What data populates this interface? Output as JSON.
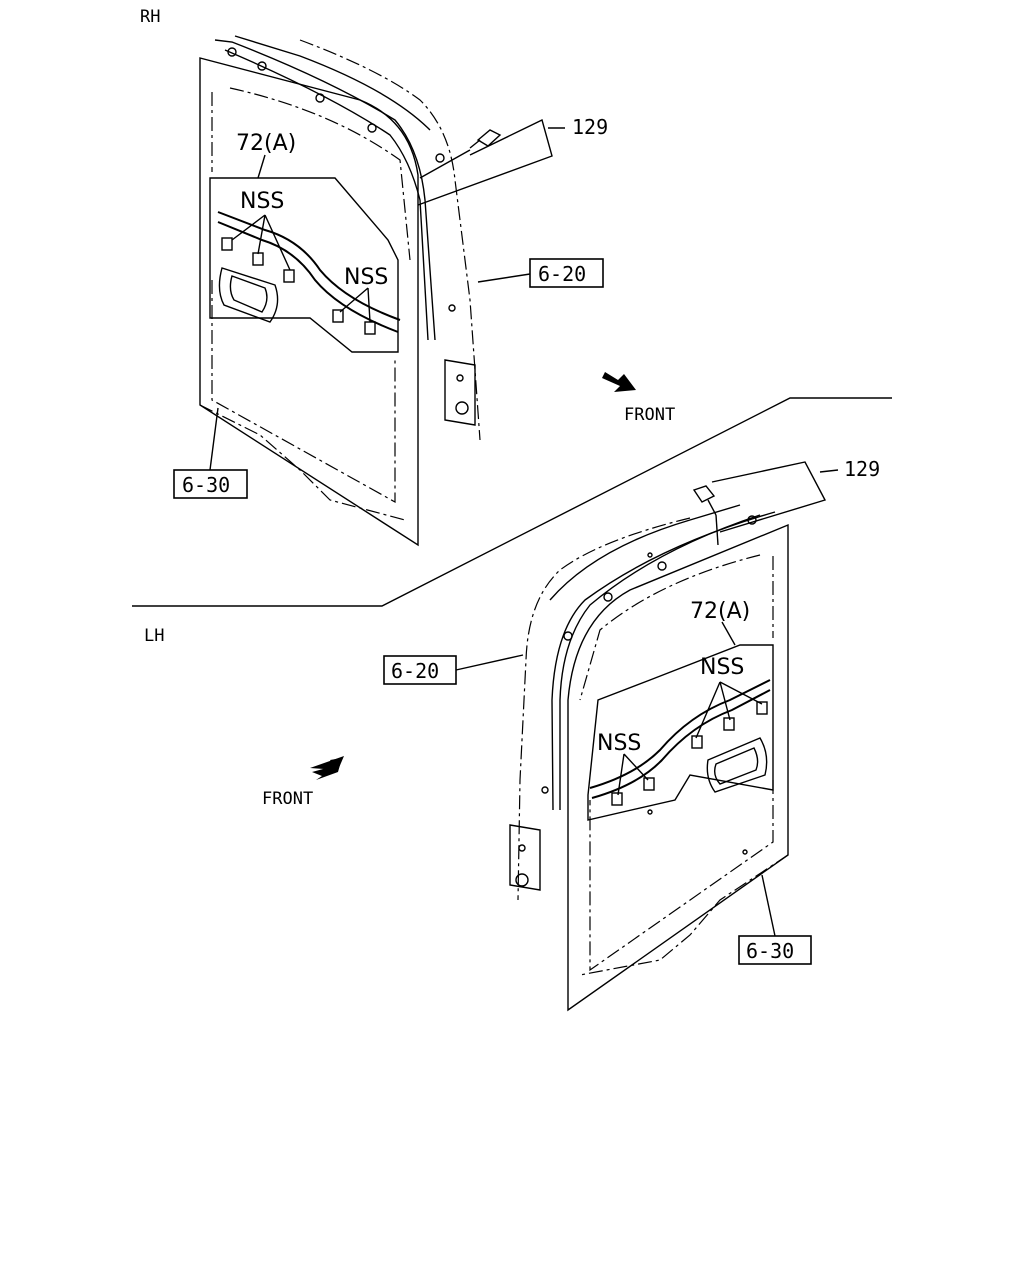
{
  "sections": {
    "rh": {
      "side_label": "RH",
      "front_label": "FRONT"
    },
    "lh": {
      "side_label": "LH",
      "front_label": "FRONT"
    }
  },
  "callouts": {
    "rh": {
      "part_129": "129",
      "part_72a": "72(A)",
      "nss_upper": "NSS",
      "nss_lower": "NSS",
      "ref_6_20": "6-20",
      "ref_6_30": "6-30"
    },
    "lh": {
      "part_129": "129",
      "part_72a": "72(A)",
      "nss_upper": "NSS",
      "nss_lower": "NSS",
      "ref_6_20": "6-20",
      "ref_6_30": "6-30"
    }
  }
}
